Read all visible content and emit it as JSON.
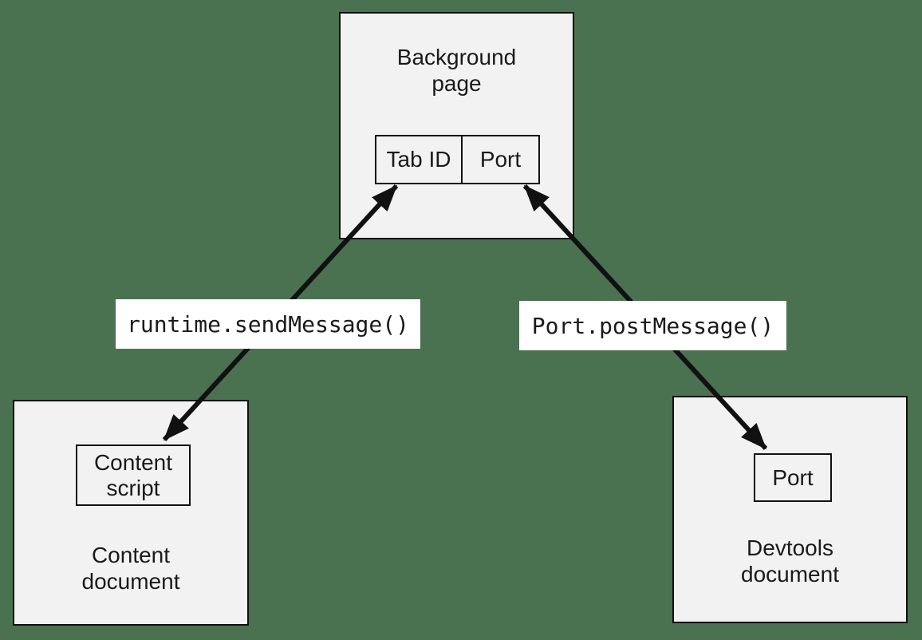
{
  "diagram": {
    "top_box": {
      "title_line1": "Background",
      "title_line2": "page",
      "cell_tab_id": "Tab ID",
      "cell_port": "Port"
    },
    "left_box": {
      "inner_line1": "Content",
      "inner_line2": "script",
      "title_line1": "Content",
      "title_line2": "document"
    },
    "right_box": {
      "inner_label": "Port",
      "title_line1": "Devtools",
      "title_line2": "document"
    },
    "arrows": {
      "left_label": "runtime.sendMessage()",
      "right_label": "Port.postMessage()",
      "left_connects": "Content script <-> Tab ID",
      "right_connects": "Port (background) <-> Port (devtools)",
      "style": "double-headed"
    },
    "colors": {
      "background": "#4a7150",
      "node_fill": "#f2f2f2",
      "node_border": "#111111",
      "label_background": "#ffffff",
      "arrow_color": "#111111",
      "text_color": "#1a1a1a"
    }
  }
}
